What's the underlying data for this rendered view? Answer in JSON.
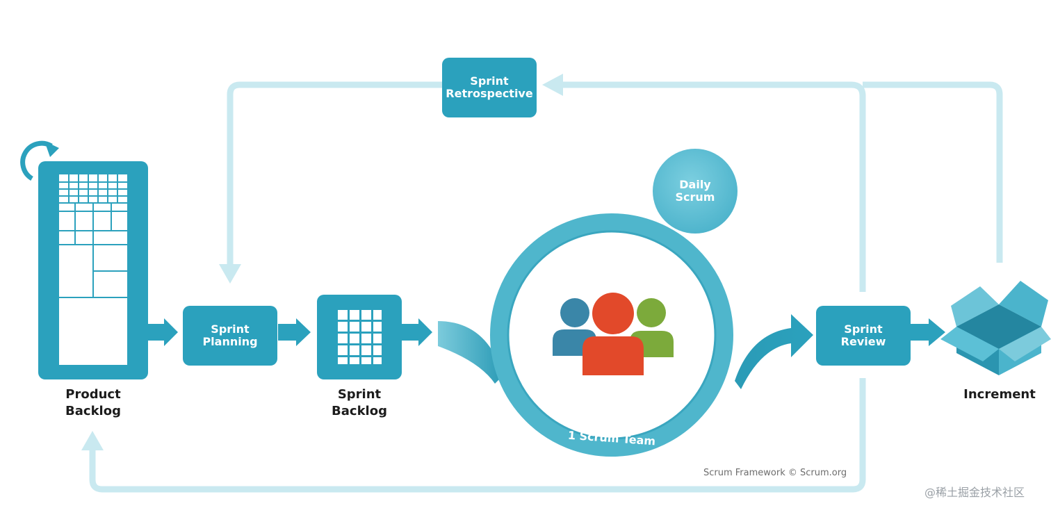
{
  "diagram": {
    "labels": {
      "product_backlog": [
        "Product",
        "Backlog"
      ],
      "sprint_planning": [
        "Sprint",
        "Planning"
      ],
      "sprint_backlog": [
        "Sprint",
        "Backlog"
      ],
      "daily_scrum": [
        "Daily",
        "Scrum"
      ],
      "scrum_team": "1 Scrum Team",
      "sprint_review": [
        "Sprint",
        "Review"
      ],
      "sprint_retrospective": [
        "Sprint",
        "Retrospective"
      ],
      "increment": "Increment"
    },
    "credit": "Scrum Framework © Scrum.org",
    "watermark": "@稀土掘金技术社区"
  },
  "colors": {
    "teal": "#2ba1bd",
    "teal_light": "#c9e9f0",
    "ring": "#4fb6cc",
    "person_blue": "#3a86a8",
    "person_red": "#e2492a",
    "person_green": "#7caa3b",
    "text_dark": "#1c1c1c"
  }
}
